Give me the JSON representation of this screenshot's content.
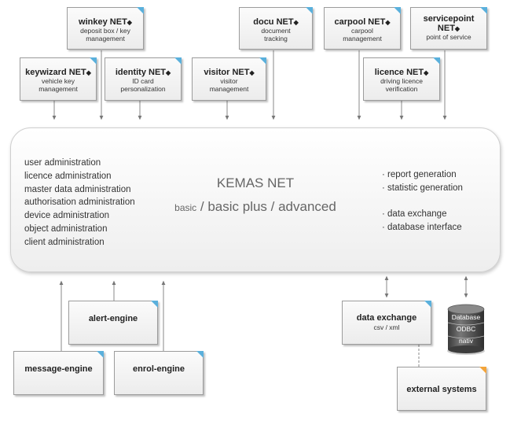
{
  "modules": {
    "winkey": {
      "title": "winkey NET",
      "sub": "deposit box / key management"
    },
    "docu": {
      "title": "docu NET",
      "sub": "document tracking"
    },
    "carpool": {
      "title": "carpool NET",
      "sub": "carpool management"
    },
    "servicepoint": {
      "title": "servicepoint NET",
      "sub": "point of service"
    },
    "keywizard": {
      "title": "keywizard NET",
      "sub": "vehicle key management"
    },
    "identity": {
      "title": "identity NET",
      "sub": "ID card personalization"
    },
    "visitor": {
      "title": "visitor NET",
      "sub": "visitor management"
    },
    "licence": {
      "title": "licence NET",
      "sub": "driving licence verification"
    }
  },
  "diamond": "◆",
  "core": {
    "title": "KEMAS NET",
    "edition_basic": "basic",
    "edition_rest": " / basic plus / advanced",
    "left_items": [
      "user administration",
      "licence administration",
      "master data administration",
      "authorisation administration",
      "device administration",
      "object administration",
      "client administration"
    ],
    "right_items_a": [
      "· report generation",
      "· statistic generation"
    ],
    "right_items_b": [
      "· data exchange",
      "· database interface"
    ]
  },
  "engines": {
    "alert": "alert-engine",
    "message": "message-engine",
    "enrol": "enrol-engine"
  },
  "data_exchange": {
    "title": "data exchange",
    "sub": "csv / xml"
  },
  "external": "external systems",
  "database": {
    "line1": "Database",
    "line2": "ODBC",
    "line3": "nativ"
  },
  "colors": {
    "corner_blue": "#5ab0dc",
    "corner_orange": "#f3a43b",
    "db_dark": "#4a4a4a"
  }
}
